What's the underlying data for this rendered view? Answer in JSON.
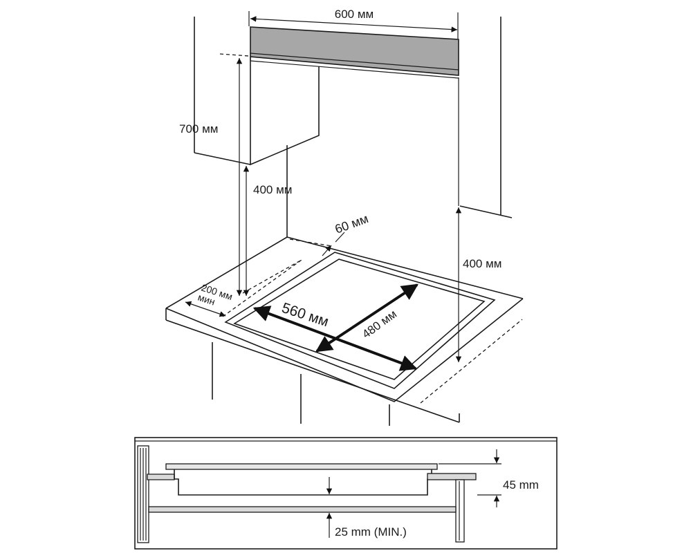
{
  "installation_view": {
    "dim_hood_width": "600 мм",
    "dim_cabinet_height": "700 мм",
    "dim_hood_clearance": "400 мм",
    "dim_side_clearance": "400 мм",
    "dim_front_gap": "60 мм",
    "dim_side_min_value": "200 мм",
    "dim_side_min_note": "мин",
    "dim_cutout_width": "560 мм",
    "dim_cutout_depth": "480 мм"
  },
  "section_view": {
    "dim_hob_thickness": "45 mm",
    "dim_min_gap": "25 mm (MIN.)"
  }
}
